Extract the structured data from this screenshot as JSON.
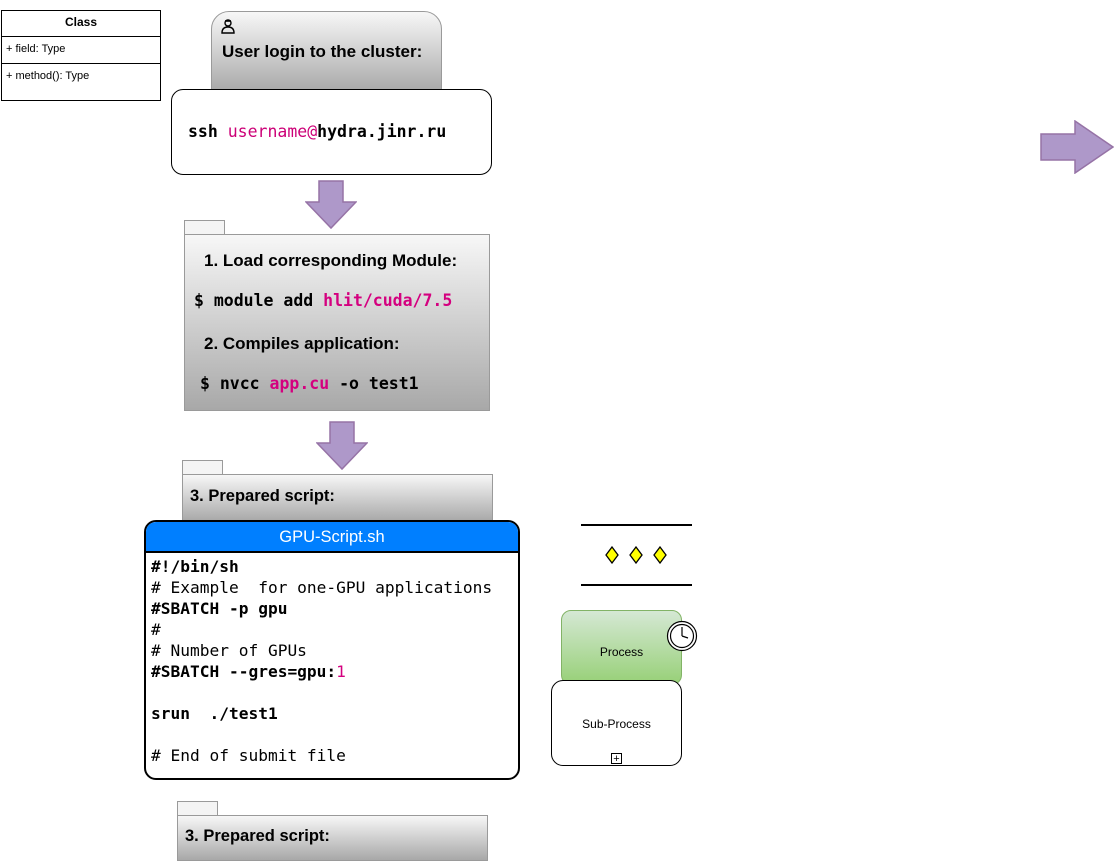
{
  "uml_class": {
    "title": "Class",
    "field": "+ field: Type",
    "method": "+ method(): Type"
  },
  "login": {
    "header": "User login to the cluster:",
    "icon": "user-icon",
    "cmd_prefix": "ssh ",
    "cmd_user": "username@",
    "cmd_host": "hydra.jinr.ru"
  },
  "build": {
    "step1": "1. Load corresponding Module:",
    "cmd1_prefix": "$ module add ",
    "cmd1_arg": "hlit/cuda/7.5",
    "step2": "2. Compiles application:",
    "cmd2_prefix": "$ nvcc ",
    "cmd2_arg": "app.cu",
    "cmd2_suffix": " -o test1"
  },
  "prepared_script": {
    "label": "3. Prepared script:"
  },
  "gpu_script": {
    "title": "GPU-Script.sh",
    "line1": "#!/bin/sh",
    "line2": "# Example  for one-GPU applications",
    "line3": "#SBATCH -p gpu",
    "line4": "#",
    "line5": "# Number of GPUs",
    "line6_prefix": "#SBATCH --gres=gpu:",
    "line6_value": "1",
    "line8": "srun  ./test1",
    "line10": "# End of submit file"
  },
  "process": {
    "label": "Process",
    "icon": "timer-icon"
  },
  "subprocess": {
    "label": "Sub-Process",
    "marker": "+"
  },
  "prepared_script_2": {
    "label": "3. Prepared script:"
  },
  "colors": {
    "arrow_fill": "#ae98c9",
    "arrow_stroke": "#9673a6",
    "accent_magenta": "#cc0077",
    "titlebar_blue": "#007fff",
    "process_green": "#97d077",
    "diamond_yellow": "#ffff00"
  }
}
